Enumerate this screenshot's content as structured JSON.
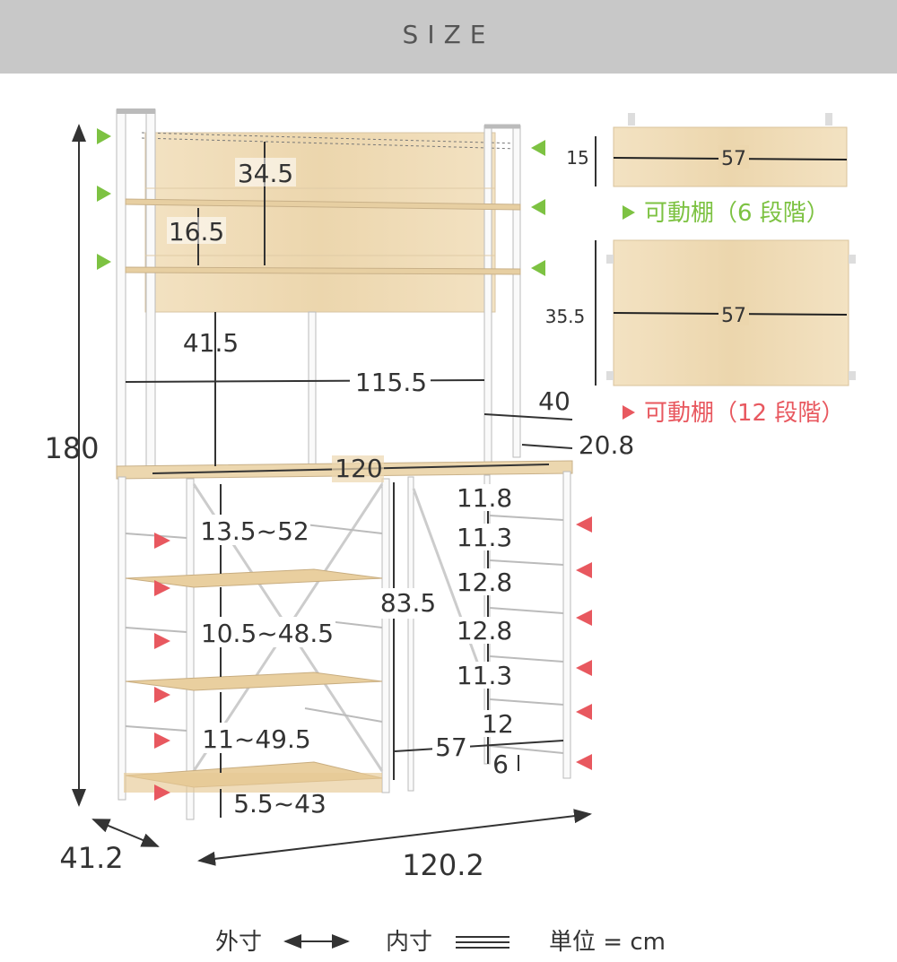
{
  "header": {
    "title": "SIZE"
  },
  "dimensions": {
    "height_total": "180",
    "depth_total": "41.2",
    "width_total": "120.2",
    "upper_shelf_spacing": "34.5",
    "upper_shelf_spacing_small": "16.5",
    "hutch_clearance": "41.5",
    "hutch_inner_width": "115.5",
    "hutch_depth": "40",
    "hutch_side_depth": "20.8",
    "counter_width": "120",
    "left_gap_1": "13.5~52",
    "left_gap_2": "10.5~48.5",
    "left_gap_3": "11~49.5",
    "left_gap_bottom": "5.5~43",
    "counter_height": "83.5",
    "inner_depth": "57",
    "right_gaps": [
      "11.8",
      "11.3",
      "12.8",
      "12.8",
      "11.3",
      "12",
      "6"
    ]
  },
  "shelf_panels": [
    {
      "height": "15",
      "width": "57",
      "caption": "可動棚（6 段階）",
      "caption_color": "#7dc242",
      "marker_color": "#7dc242"
    },
    {
      "height": "35.5",
      "width": "57",
      "caption": "可動棚（12 段階）",
      "caption_color": "#e8585f",
      "marker_color": "#e8585f"
    }
  ],
  "legend": {
    "outer_label": "外寸",
    "inner_label": "内寸",
    "unit_label": "単位 = cm"
  },
  "colors": {
    "green_marker": "#7dc242",
    "red_marker": "#e8585f",
    "wood": "#f0dcb8",
    "frame": "#ffffff"
  }
}
